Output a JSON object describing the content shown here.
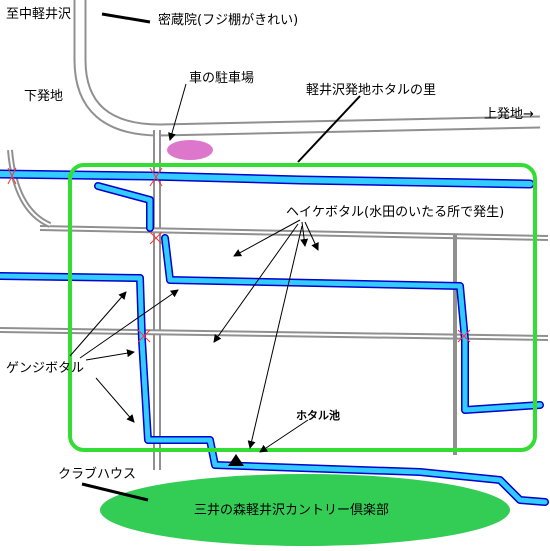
{
  "labels": {
    "north_origin": "至中軽井沢",
    "temple": "密蔵院(フジ棚がきれい)",
    "parking": "車の駐車場",
    "lower_district": "下発地",
    "firefly_village": "軽井沢発地ホタルの里",
    "upper_district": "上発地→",
    "heike_firefly": "ヘイケボタル(水田のいたる所で発生)",
    "genji_firefly": "ゲンジボタル",
    "firefly_pond": "ホタル池",
    "clubhouse": "クラブハウス",
    "golf_club": "三井の森軽井沢カントリー倶楽部"
  },
  "colors": {
    "stream_fill": "#33ccff",
    "stream_outline": "#0000cc",
    "road": "#808080",
    "area_outline": "#33dd33",
    "parking": "#dd77cc",
    "golf": "#33cc55",
    "bridge_mark": "#ff3333",
    "leader": "#000000"
  },
  "icons": {
    "pond_marker": "triangle-icon",
    "arrow_heads": "arrow-icon"
  }
}
